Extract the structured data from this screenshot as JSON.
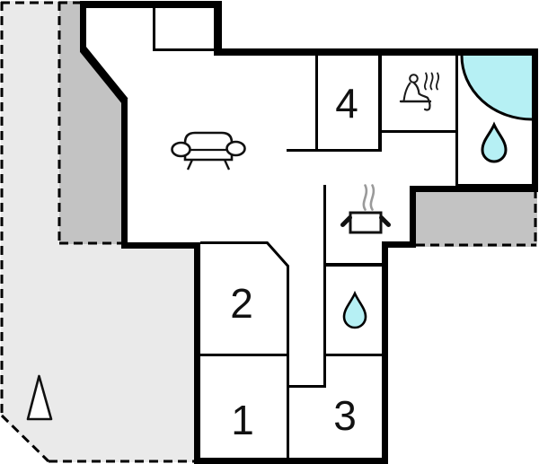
{
  "plan": {
    "type": "floor-plan",
    "room_labels": {
      "r1": "1",
      "r2": "2",
      "r3": "3",
      "r4": "4"
    },
    "icons": {
      "sofa": "sofa-icon",
      "sauna": "sauna-person-icon",
      "shower": "corner-shower-icon",
      "drop_bathroom": "water-drop-icon",
      "drop_wc": "water-drop-icon",
      "pot": "cooking-pot-icon",
      "steam": "steam-icon",
      "tree": "tree-icon"
    },
    "colors": {
      "wall": "#000000",
      "plot": "#eaeaea",
      "terrace": "#c3c3c3",
      "water": "#b6f0f4",
      "steam": "#9a9a9a",
      "background": "#ffffff"
    }
  }
}
